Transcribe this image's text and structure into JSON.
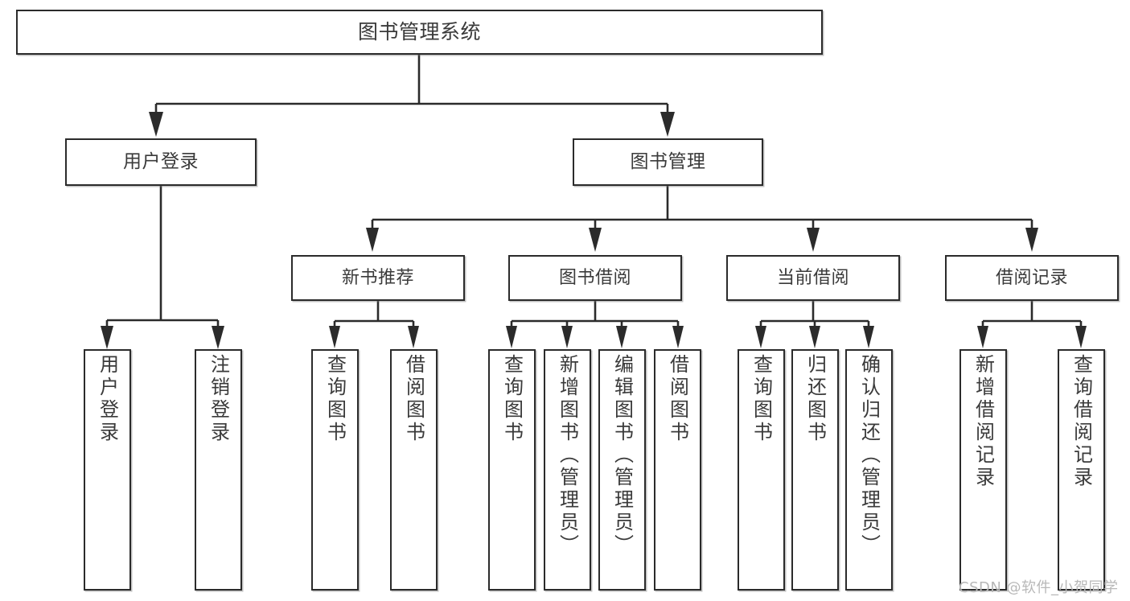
{
  "diagram": {
    "type": "tree-hierarchy-functional-decomposition",
    "root": {
      "id": "root",
      "label": "图书管理系统"
    },
    "level1": [
      {
        "id": "user-login",
        "label": "用户登录"
      },
      {
        "id": "book-management",
        "label": "图书管理"
      }
    ],
    "level2": [
      {
        "id": "new-book-recommend",
        "label": "新书推荐",
        "parent": "book-management"
      },
      {
        "id": "book-borrow",
        "label": "图书借阅",
        "parent": "book-management"
      },
      {
        "id": "current-borrow",
        "label": "当前借阅",
        "parent": "book-management"
      },
      {
        "id": "borrow-record",
        "label": "借阅记录",
        "parent": "book-management"
      }
    ],
    "leaves": [
      {
        "id": "leaf-user-login",
        "label": "用户登录",
        "parent": "user-login"
      },
      {
        "id": "leaf-logout",
        "label": "注销登录",
        "parent": "user-login"
      },
      {
        "id": "leaf-query-book-1",
        "label": "查询图书",
        "parent": "new-book-recommend"
      },
      {
        "id": "leaf-borrow-book-1",
        "label": "借阅图书",
        "parent": "new-book-recommend"
      },
      {
        "id": "leaf-query-book-2",
        "label": "查询图书",
        "parent": "book-borrow"
      },
      {
        "id": "leaf-add-book",
        "label": "新增图书（管理员）",
        "parent": "book-borrow"
      },
      {
        "id": "leaf-edit-book",
        "label": "编辑图书（管理员）",
        "parent": "book-borrow"
      },
      {
        "id": "leaf-borrow-book-2",
        "label": "借阅图书",
        "parent": "book-borrow"
      },
      {
        "id": "leaf-query-book-3",
        "label": "查询图书",
        "parent": "current-borrow"
      },
      {
        "id": "leaf-return-book",
        "label": "归还图书",
        "parent": "current-borrow"
      },
      {
        "id": "leaf-confirm-return",
        "label": "确认归还（管理员）",
        "parent": "current-borrow"
      },
      {
        "id": "leaf-add-record",
        "label": "新增借阅记录",
        "parent": "borrow-record"
      },
      {
        "id": "leaf-query-record",
        "label": "查询借阅记录",
        "parent": "borrow-record"
      }
    ]
  },
  "watermark": {
    "text": "CSDN @软件_小贺同学"
  },
  "colors": {
    "box_border": "#2b2b2b",
    "box_fill": "#ffffff",
    "text": "#3a3a3a",
    "connector": "#2b2b2b",
    "watermark": "#b8b8b8",
    "page_background": "#ffffff"
  }
}
